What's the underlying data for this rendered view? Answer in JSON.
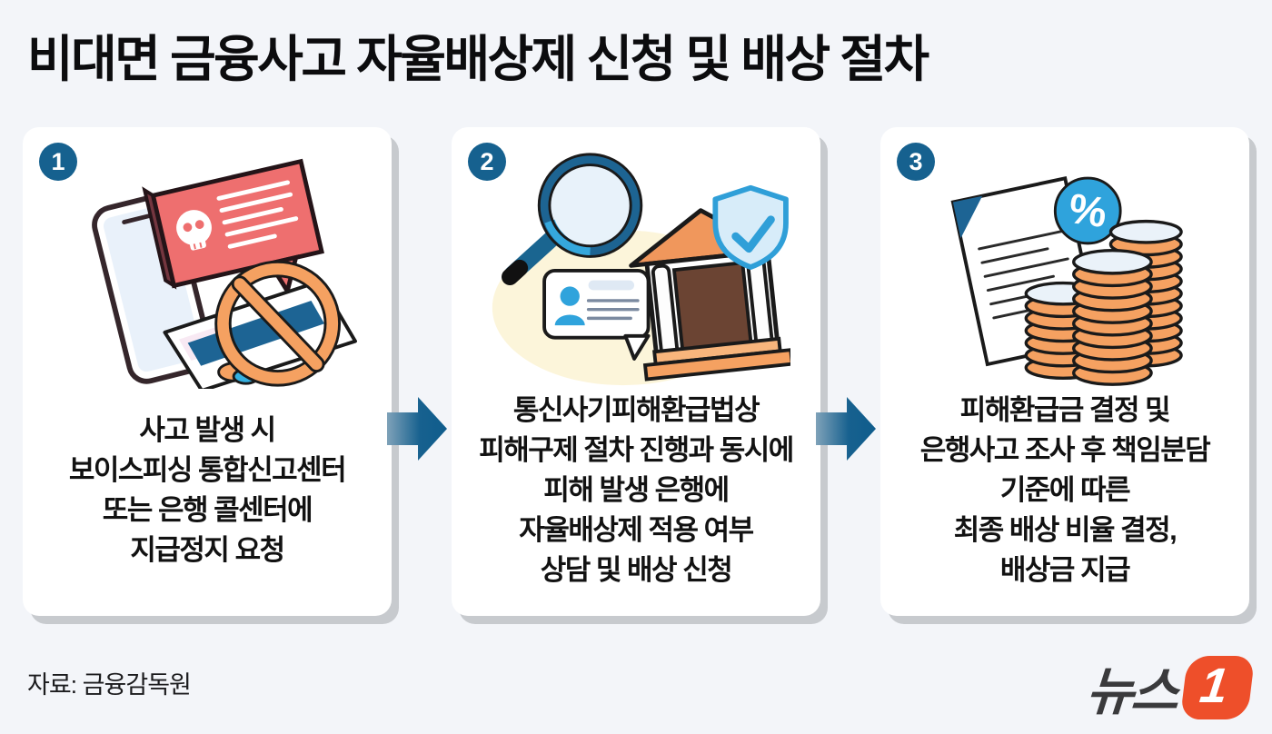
{
  "title": "비대면 금융사고 자율배상제 신청 및 배상 절차",
  "source": "자료: 금융감독원",
  "logo": {
    "text": "뉴스",
    "number": "1"
  },
  "colors": {
    "background": "#f3f5f9",
    "card": "#ffffff",
    "card_shadow": "#c7cace",
    "badge_blue": "#16618f",
    "arrow_blue": "#135f8e",
    "steel_blue": "#1d6494",
    "sky_blue": "#2fa3dc",
    "coin_orange": "#f5a161",
    "roof_orange": "#f0975c",
    "alert_red": "#ee6f6f",
    "shield_fill": "#d7ecf9",
    "blob_yellow": "#fcf5da",
    "logo_orange": "#ee4f2a",
    "text": "#121212"
  },
  "steps": [
    {
      "number": "1",
      "illustration": "voice-phishing-alert",
      "lines": [
        "사고 발생 시",
        "보이스피싱 통합신고센터",
        "또는 은행 콜센터에",
        "지급정지 요청"
      ]
    },
    {
      "number": "2",
      "illustration": "bank-inspection",
      "lines": [
        "통신사기피해환급법상",
        "피해구제 절차 진행과 동시에",
        "피해 발생 은행에",
        "자율배상제 적용 여부",
        "상담 및 배상 신청"
      ]
    },
    {
      "number": "3",
      "illustration": "compensation-payment",
      "lines": [
        "피해환급금 결정 및",
        "은행사고 조사 후 책임분담",
        "기준에 따른",
        "최종 배상 비율 결정,",
        "배상금 지급"
      ]
    }
  ]
}
